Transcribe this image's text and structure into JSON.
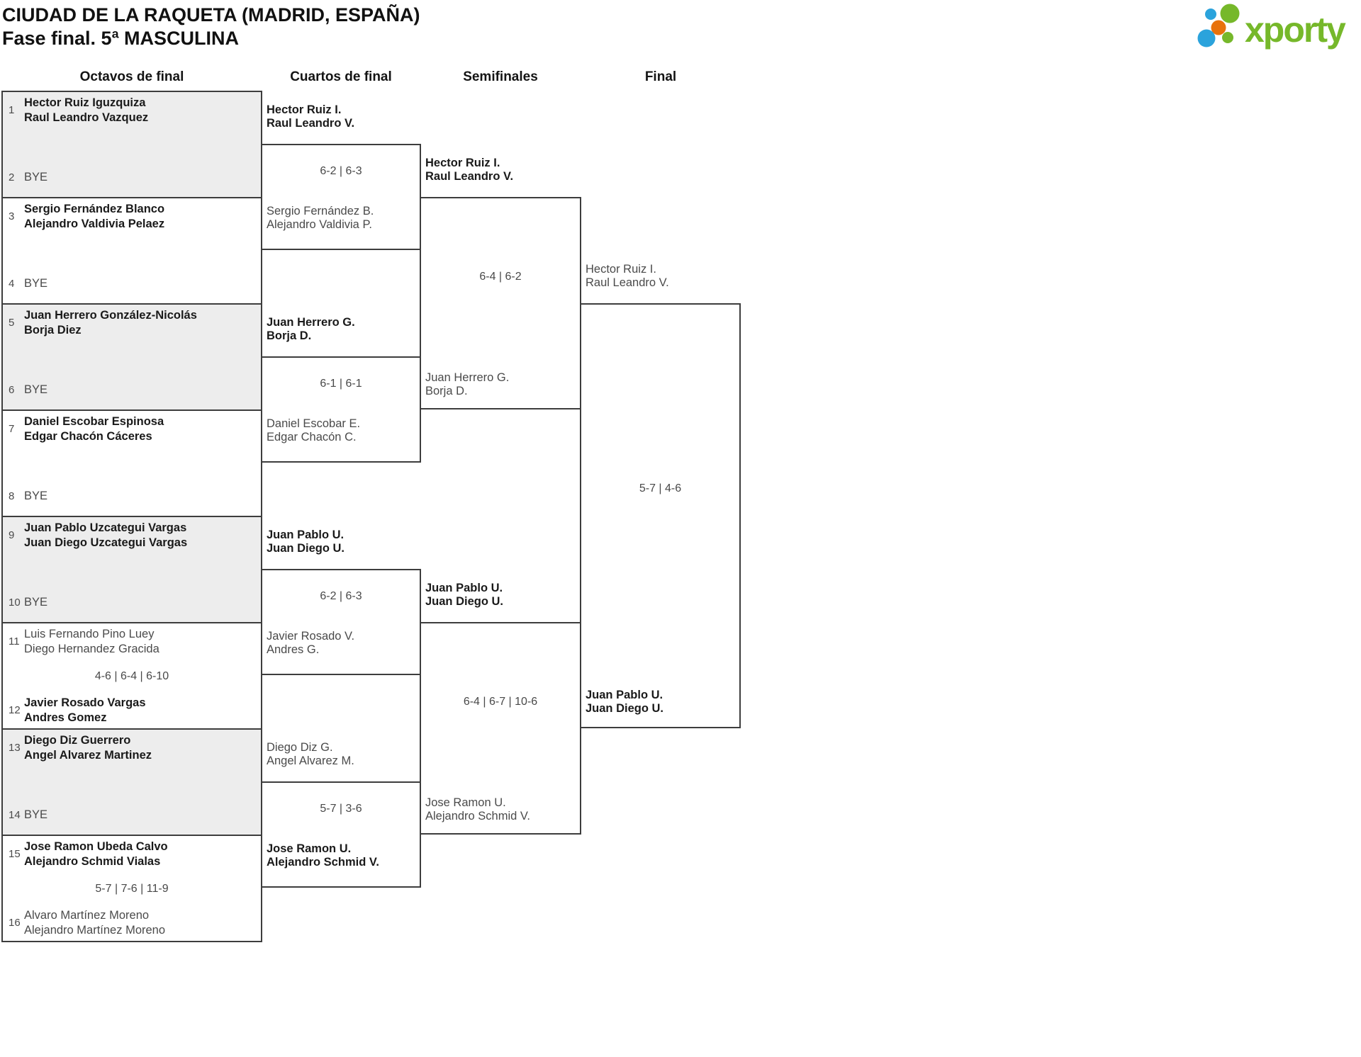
{
  "title": {
    "line1": "CIUDAD DE LA RAQUETA (MADRID, ESPAÑA)",
    "line2": "Fase final. 5ª MASCULINA"
  },
  "logo": {
    "text": "xporty",
    "green": "#76b82a",
    "blue": "#2ba3dc",
    "orange": "#e8720c"
  },
  "round_headers": {
    "octavos": "Octavos de final",
    "cuartos": "Cuartos de final",
    "semifinales": "Semifinales",
    "final": "Final"
  },
  "octavos": [
    {
      "seed_top": "1",
      "top1": "Hector Ruiz Iguzquiza",
      "top2": "Raul Leandro Vazquez",
      "score": "",
      "seed_bottom": "2",
      "bot1": "BYE",
      "bot2": ""
    },
    {
      "seed_top": "3",
      "top1": "Sergio Fernández Blanco",
      "top2": "Alejandro Valdivia Pelaez",
      "score": "",
      "seed_bottom": "4",
      "bot1": "BYE",
      "bot2": ""
    },
    {
      "seed_top": "5",
      "top1": "Juan Herrero González-Nicolás",
      "top2": "Borja Diez",
      "score": "",
      "seed_bottom": "6",
      "bot1": "BYE",
      "bot2": ""
    },
    {
      "seed_top": "7",
      "top1": "Daniel Escobar Espinosa",
      "top2": "Edgar Chacón Cáceres",
      "score": "",
      "seed_bottom": "8",
      "bot1": "BYE",
      "bot2": ""
    },
    {
      "seed_top": "9",
      "top1": "Juan Pablo Uzcategui Vargas",
      "top2": "Juan Diego Uzcategui Vargas",
      "score": "",
      "seed_bottom": "10",
      "bot1": "BYE",
      "bot2": ""
    },
    {
      "seed_top": "11",
      "top1": "Luis Fernando Pino Luey",
      "top2": "Diego Hernandez Gracida",
      "score": "4-6 | 6-4 | 6-10",
      "seed_bottom": "12",
      "bot1": "Javier Rosado Vargas",
      "bot2": "Andres Gomez"
    },
    {
      "seed_top": "13",
      "top1": "Diego Diz Guerrero",
      "top2": "Angel Alvarez Martinez",
      "score": "",
      "seed_bottom": "14",
      "bot1": "BYE",
      "bot2": ""
    },
    {
      "seed_top": "15",
      "top1": "Jose Ramon Ubeda Calvo",
      "top2": "Alejandro Schmid Vialas",
      "score": "5-7 | 7-6 | 11-9",
      "seed_bottom": "16",
      "bot1": "Alvaro Martínez Moreno",
      "bot2": "Alejandro Martínez Moreno"
    }
  ],
  "cuartos": [
    {
      "top1": "Hector Ruiz I.",
      "top2": "Raul Leandro V.",
      "score": "6-2 | 6-3",
      "bot1": "Sergio Fernández B.",
      "bot2": "Alejandro Valdivia P."
    },
    {
      "top1": "Juan Herrero G.",
      "top2": "Borja D.",
      "score": "6-1 | 6-1",
      "bot1": "Daniel Escobar E.",
      "bot2": "Edgar Chacón C."
    },
    {
      "top1": "Juan Pablo U.",
      "top2": "Juan Diego U.",
      "score": "6-2 | 6-3",
      "bot1": "Javier Rosado V.",
      "bot2": "Andres G."
    },
    {
      "top1": "Diego Diz G.",
      "top2": "Angel Alvarez M.",
      "score": "5-7 | 3-6",
      "bot1": "Jose Ramon U.",
      "bot2": "Alejandro Schmid V."
    }
  ],
  "semifinales": [
    {
      "top1": "Hector Ruiz I.",
      "top2": "Raul Leandro V.",
      "score": "6-4 | 6-2",
      "bot1": "Juan Herrero G.",
      "bot2": "Borja D."
    },
    {
      "top1": "Juan Pablo U.",
      "top2": "Juan Diego U.",
      "score": "6-4 | 6-7 | 10-6",
      "bot1": "Jose Ramon U.",
      "bot2": "Alejandro Schmid V."
    }
  ],
  "final": {
    "top1": "Hector Ruiz I.",
    "top2": "Raul Leandro V.",
    "score": "5-7 | 4-6",
    "bot1": "Juan Pablo U.",
    "bot2": "Juan Diego U."
  }
}
